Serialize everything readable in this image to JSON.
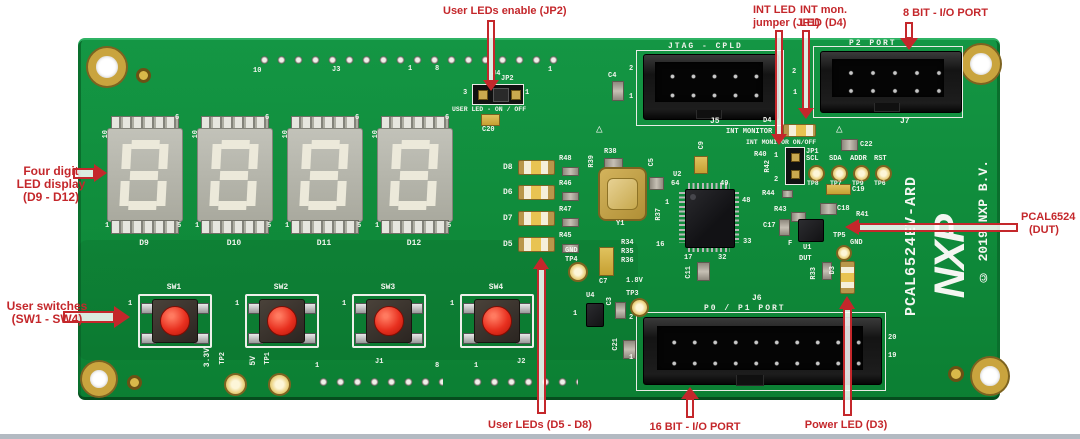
{
  "ann": {
    "jp2": "User LEDs enable (JP2)",
    "jp1": [
      "INT LED",
      "jumper (JP1)"
    ],
    "d4": [
      "INT mon.",
      "LED (D4)"
    ],
    "port8": "8 BIT - I/O PORT",
    "display": [
      "Four digit",
      "LED display",
      "(D9 - D12)"
    ],
    "switches": [
      "User switches",
      "(SW1 - SW4)"
    ],
    "dut": [
      "PCAL6524",
      "(DUT)"
    ],
    "uleds": "User LEDs (D5 - D8)",
    "port16": "16 BIT - I/O PORT",
    "power": "Power LED (D3)"
  },
  "colors": {
    "board": "#0f8a3a",
    "annotation": "#c4272b",
    "silkscreen": "#f2f4ee"
  },
  "silk": {
    "t10": "10",
    "j3": "J3",
    "t1": "1",
    "t8": "8",
    "j4": "J4",
    "t1b": "1",
    "jp2": "JP2",
    "jp2p3": "3",
    "jp2p1": "1",
    "jp2cap": "USER LED - ON / OFF",
    "c20": "C20",
    "jtag": "JTAG - CPLD",
    "j5": "J5",
    "j5l2": "2",
    "j5l1": "1",
    "j5r2": "2",
    "j5r1": "1",
    "p2": "P2 PORT",
    "j7": "J7",
    "c4": "C4",
    "d4": "D4",
    "intmon": "INT MONITOR",
    "intmon2": "INT MONITOR ON/OFF",
    "jp1": "JP1",
    "r40": "R40",
    "jp1p1": "1",
    "r42": "R42",
    "jp1p2": "2",
    "r44": "R44",
    "r43": "R43",
    "scl": "SCL",
    "sda": "SDA",
    "addr": "ADDR",
    "rst": "RST",
    "tp8": "TP8",
    "tp7": "TP7",
    "tp9": "TP9",
    "tp6": "TP6",
    "c22": "C22",
    "c19": "C19",
    "c18": "C18",
    "r41": "R41",
    "c17": "C17",
    "u1": "U1",
    "dutlbl": "DUT",
    "f": "F",
    "tp5": "TP5",
    "gndtp5": "GND",
    "d3": "D3",
    "r33": "R33",
    "j6": "J6",
    "j6title": "P0 / P1 PORT",
    "j6p2": "2",
    "j6p1": "1",
    "j6p20": "20",
    "j6p19": "19",
    "c21": "C21",
    "u4": "U4",
    "u4p1": "1",
    "c3": "C3",
    "tp3": "TP3",
    "v18": "1.8V",
    "c7": "C7",
    "r34": "R34",
    "r35": "R35",
    "r36": "R36",
    "p16": "16",
    "c11": "C11",
    "u2": "U2",
    "p64": "64",
    "p49": "49",
    "u2p1": "1",
    "p48": "48",
    "p17": "17",
    "p32": "32",
    "p33": "33",
    "r37": "R37",
    "y1": "Y1",
    "r38": "R38",
    "r39": "R39",
    "c5": "C5",
    "c9": "C9",
    "gndtp4": "GND",
    "tp4": "TP4",
    "disp_p10": "10",
    "disp_p6": "6",
    "disp_p1": "1",
    "disp_p5": "5",
    "sw_p1": "1",
    "v33": "3.3V",
    "tp2": "TP2",
    "v5": "5V",
    "tp1": "TP1",
    "j1": "J1",
    "j1p1": "1",
    "j1p8": "8",
    "j2": "J2",
    "j2p1": "1",
    "tri": "△"
  },
  "uleds": [
    {
      "d": "D8",
      "r": "R48"
    },
    {
      "d": "D6",
      "r": "R46"
    },
    {
      "d": "D7",
      "r": "R47"
    },
    {
      "d": "D5",
      "r": "R45"
    }
  ],
  "displays": [
    "D9",
    "D10",
    "D11",
    "D12"
  ],
  "switches": [
    "SW1",
    "SW2",
    "SW3",
    "SW4"
  ],
  "brand": {
    "name": "PCAL6524EV-ARD",
    "logo": "NXP",
    "copyright": "© 2019 NXP B.V."
  }
}
